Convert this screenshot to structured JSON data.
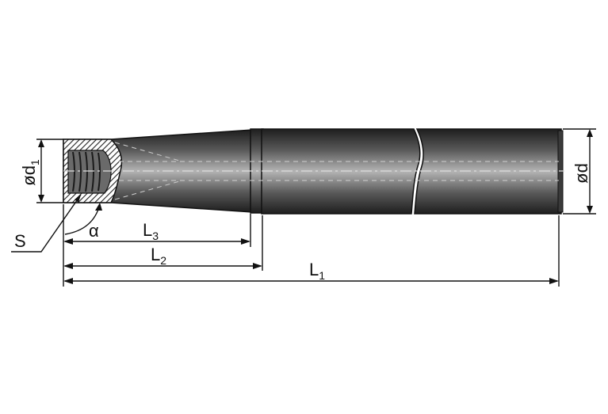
{
  "labels": {
    "d1": {
      "main": "ød",
      "sub": "1"
    },
    "d": "ød",
    "S": "S",
    "alpha": "α",
    "L1": {
      "main": "L",
      "sub": "1"
    },
    "L2": {
      "main": "L",
      "sub": "2"
    },
    "L3": {
      "main": "L",
      "sub": "3"
    }
  },
  "colors": {
    "body_dark": "#2a2a2a",
    "body_mid": "#7a7a7a",
    "body_light": "#b8b8b8",
    "line": "#111111",
    "background": "#ffffff"
  }
}
